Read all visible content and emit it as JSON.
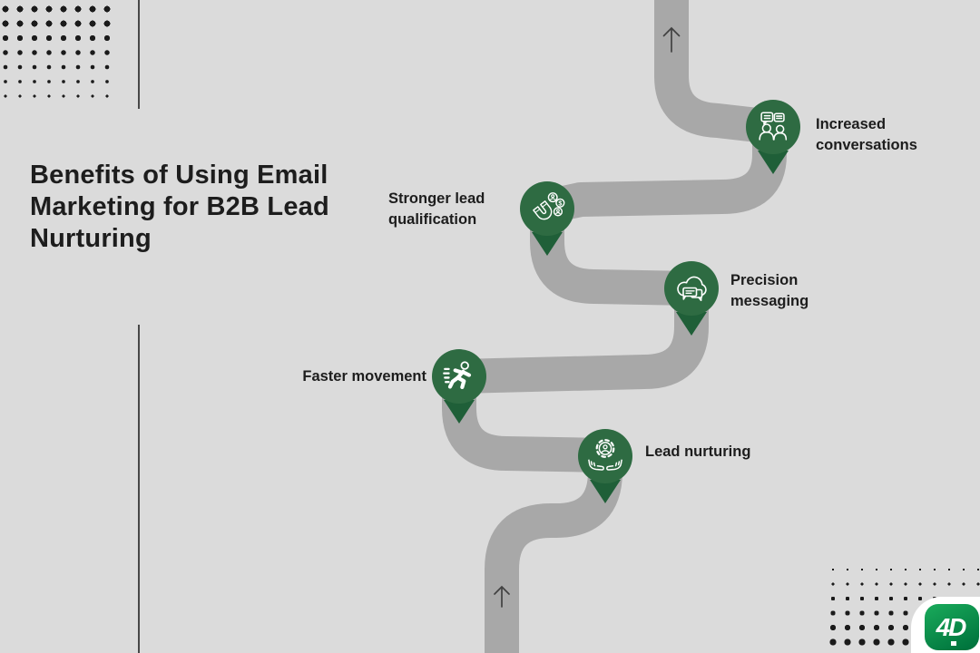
{
  "title": {
    "lines": [
      "Benefits of Using Email",
      "Marketing for B2B Lead",
      "Nurturing"
    ]
  },
  "milestones": [
    {
      "id": "increased-conversations",
      "lines": [
        "Increased",
        "conversations"
      ],
      "icon": "users-chat-icon"
    },
    {
      "id": "stronger-lead-qualification",
      "lines": [
        "Stronger lead",
        "qualification"
      ],
      "icon": "magnet-leads-icon"
    },
    {
      "id": "precision-messaging",
      "lines": [
        "Precision",
        "messaging"
      ],
      "icon": "cloud-chat-icon"
    },
    {
      "id": "faster-movement",
      "lines": [
        "Faster movement"
      ],
      "icon": "running-person-icon"
    },
    {
      "id": "lead-nurturing",
      "lines": [
        "Lead nurturing"
      ],
      "icon": "hands-gear-icon"
    }
  ],
  "colors": {
    "background": "#dbdbdb",
    "road": "#a8a8a8",
    "circle_green": "#2e6b42",
    "pin_green": "#1f5f38",
    "text": "#1d1d1d",
    "arrow": "#414141",
    "logo_green": "#119a50"
  },
  "logo": {
    "text": "4D"
  }
}
